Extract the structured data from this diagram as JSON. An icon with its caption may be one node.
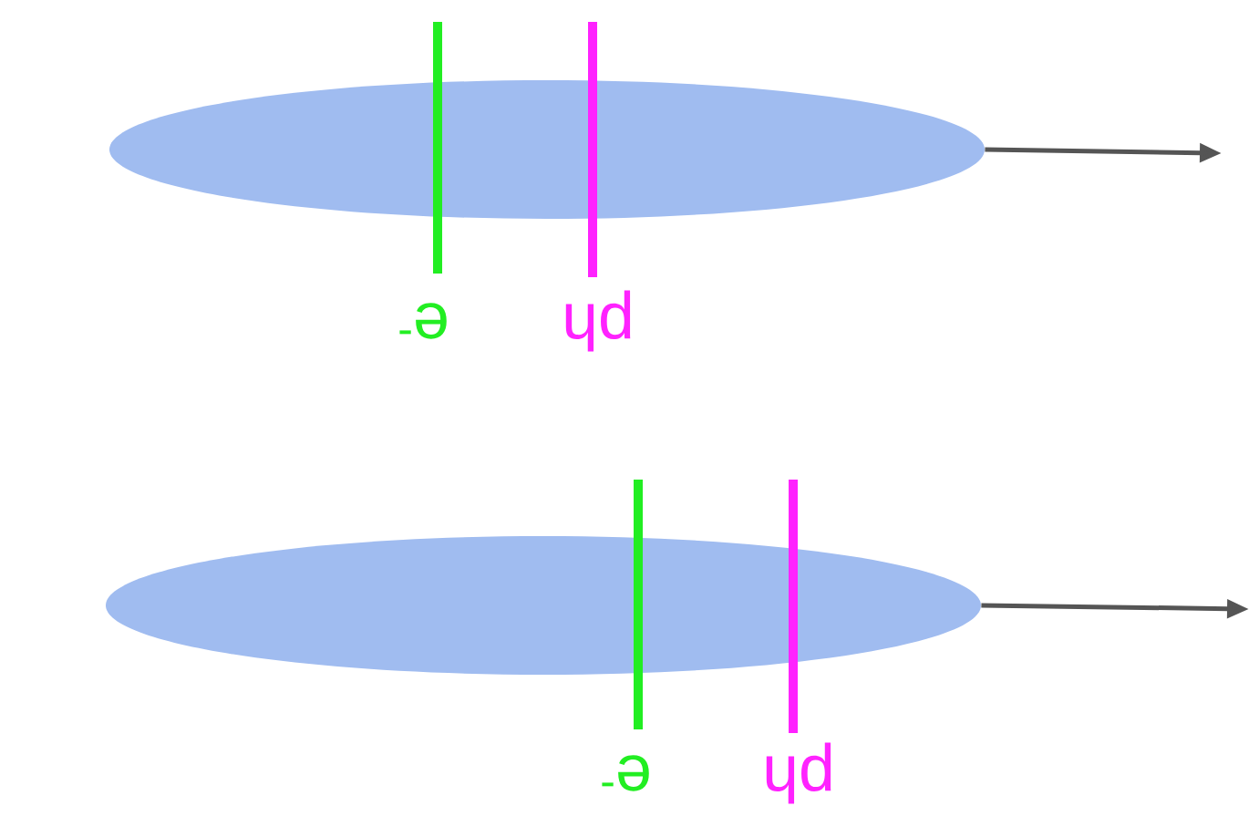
{
  "diagram": {
    "nodes": [
      {
        "text": [],
        "shape": "ellipse"
      },
      {
        "text": [],
        "shape": "bar",
        "beside": [
          "e$^{-}$"
        ]
      },
      {
        "text": [],
        "shape": "bar",
        "beside": [
          "ph"
        ]
      },
      {
        "text": [],
        "shape": "ellipse"
      },
      {
        "text": [],
        "shape": "bar",
        "beside": [
          "e$^{-}$"
        ]
      },
      {
        "text": [],
        "shape": "bar",
        "beside": [
          "ph"
        ]
      }
    ],
    "edges": [
      {
        "from": 0,
        "to": null,
        "arrow": "to"
      },
      {
        "from": 3,
        "to": null,
        "arrow": "to"
      }
    ]
  }
}
